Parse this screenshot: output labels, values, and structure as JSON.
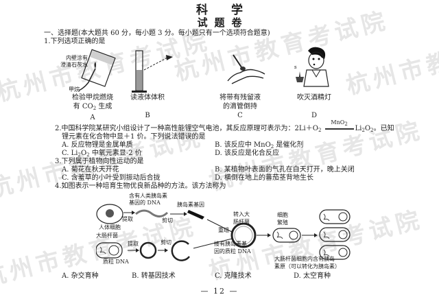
{
  "header": {
    "subject": "科学",
    "paper_title": "试题卷"
  },
  "watermark": {
    "text": "杭州市教育考试院",
    "color": "#e6e6e6"
  },
  "section": {
    "heading": "一、选择题(本大题共 60 分，每小题 3 分。每小题只有一个选项符合题意)"
  },
  "questions": [
    {
      "number": "1.",
      "stem": "下列选项正确的是",
      "options": [
        {
          "letter": "A",
          "caption_line1": "检验甲烷燃烧",
          "caption_line2_pre": "有 CO",
          "caption_line2_sub": "2",
          "caption_line2_post": " 生成",
          "figure_labels": {
            "wall": "内壁涂有",
            "wall2": "澄清石灰水",
            "gas": "甲烷"
          }
        },
        {
          "letter": "B",
          "caption_line1": "读液体体积"
        },
        {
          "letter": "C",
          "caption_line1": "将带有残留液",
          "caption_line2": "的滴管倒持"
        },
        {
          "letter": "D",
          "caption_line1": "吹灭酒精灯"
        }
      ]
    },
    {
      "number": "2.",
      "stem_line1": "中国科学院某研究小组设计了一种高性能锂空气电池，其反应原理可表示为：2Li＋O",
      "stem_o2_sub": "2",
      "equation_catalyst": "MnO",
      "equation_catalyst_sub": "2",
      "equation_product": "Li",
      "equation_product_sub1": "2",
      "equation_product_mid": "O",
      "equation_product_sub2": "2",
      "stem_line1_end": "。已知",
      "stem_line2": "锂元素在化合物中显＋1 价。下列说法错误的是",
      "options": {
        "A": "A. 反应物锂是金属单质",
        "B_pre": "B. 该反应中 MnO",
        "B_sub": "2",
        "B_post": " 是催化剂",
        "C_pre": "C. Li",
        "C_sub1": "2",
        "C_mid": "O",
        "C_sub2": "2",
        "C_post": " 中氧元素显-2 价",
        "D": "D. 该反应是化合反应"
      }
    },
    {
      "number": "3.",
      "stem": "下列属于植物向性运动的是",
      "options": {
        "A": "A. 菊花在秋天开花",
        "B": "B. 某植物叶表面的气孔在白天打开，晚上关闭",
        "C": "C. 含羞草的小叶受到振动后合拢",
        "D": "D. 横倒在地上的蕃茄茎背地生长"
      }
    },
    {
      "number": "4.",
      "stem": "如图表示一种培育生物优良新品种的方法。该方法称为",
      "diagram_labels": {
        "human_dna_line1": "含有人类胰岛素",
        "human_dna_line2": "基因的 DNA",
        "human_cell": "人体细胞",
        "extract1": "提取",
        "cut1": "剪切",
        "insulin_gene": "胰岛素基因",
        "recombine": "重组",
        "ecoli": "大肠杆菌",
        "extract2": "提取",
        "cut2": "剪切",
        "plasmid": "质粒 DNA",
        "recomb_plasmid_line1": "接有胰岛素基",
        "recomb_plasmid_line2": "因的质粒 DNA",
        "transfer_line1": "转入大",
        "transfer_line2": "肠杆菌",
        "division_line1": "细胞",
        "division_line2": "繁殖",
        "result_line1": "大肠杆菌细胞内含有胰岛",
        "result_line2": "素原（可以转化为胰岛素）"
      },
      "options": {
        "A": "A. 杂交育种",
        "B": "B. 转基因技术",
        "C": "C. 克隆技术",
        "D": "D. 太空育种"
      }
    }
  ],
  "footer": {
    "page_number": "— 12 —"
  }
}
